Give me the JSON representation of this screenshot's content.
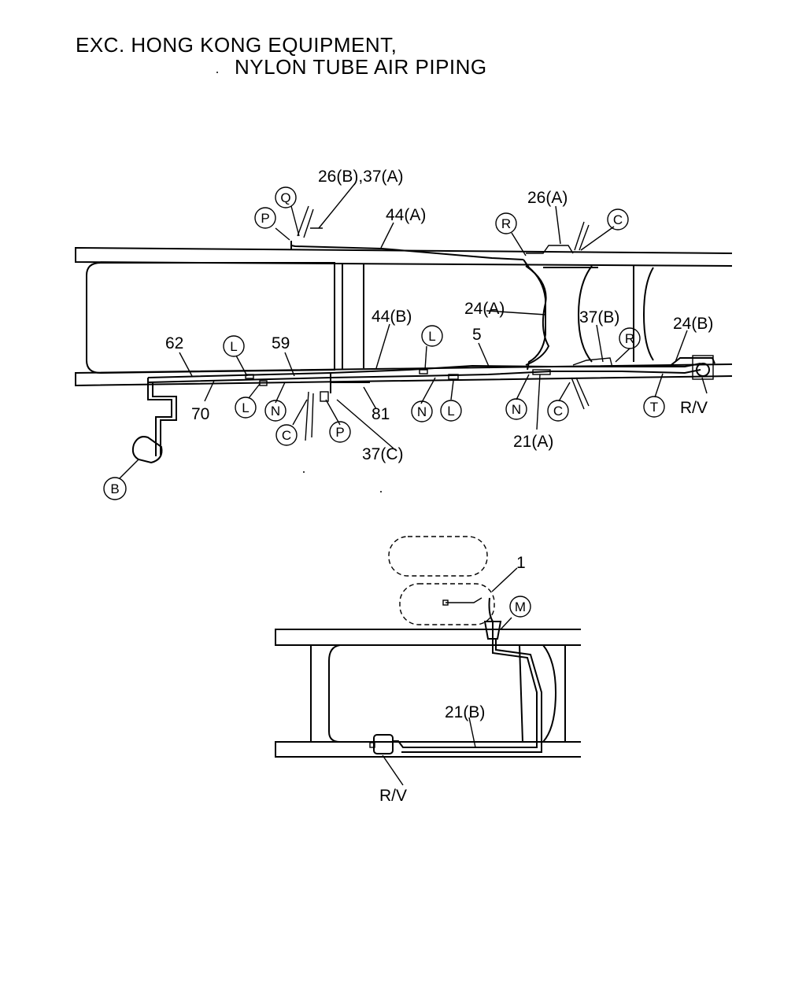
{
  "title": {
    "line1": "EXC. HONG KONG EQUIPMENT,",
    "line2": "NYLON TUBE AIR PIPING"
  },
  "top_diagram": {
    "part_labels": {
      "p26b_37a": "26(B),37(A)",
      "p44a": "44(A)",
      "p26a": "26(A)",
      "p24a": "24(A)",
      "p37b": "37(B)",
      "p24b": "24(B)",
      "p62": "62",
      "p59": "59",
      "p44b": "44(B)",
      "p5": "5",
      "p70": "70",
      "p81": "81",
      "p37c": "37(C)",
      "p21a": "21(A)",
      "rv": "R/V"
    },
    "callouts": {
      "q": "Q",
      "p_top": "P",
      "r_top": "R",
      "c_top": "C",
      "l1": "L",
      "l2": "L",
      "l3": "L",
      "l4": "L",
      "r_right": "R",
      "n1": "N",
      "n2": "N",
      "n3": "N",
      "c_left": "C",
      "p_bottom": "P",
      "c_right": "C",
      "t": "T",
      "b": "B"
    }
  },
  "bottom_diagram": {
    "part_labels": {
      "p1": "1",
      "p21b": "21(B)",
      "rv": "R/V"
    },
    "callouts": {
      "m": "M"
    }
  }
}
